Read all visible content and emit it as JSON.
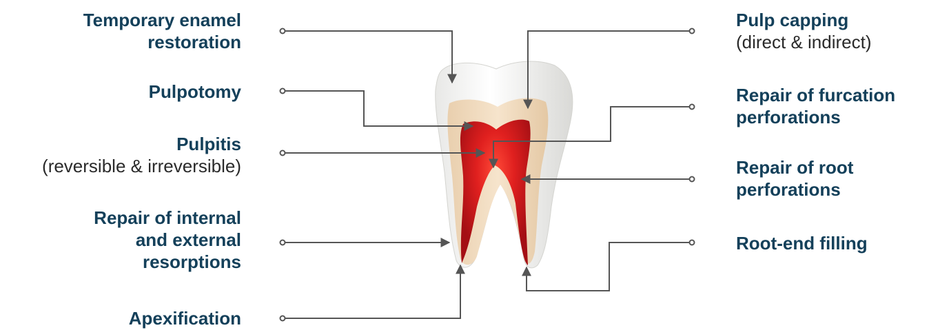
{
  "labels": {
    "temporary_enamel": {
      "line1": "Temporary enamel",
      "line2": "restoration"
    },
    "pulpotomy": {
      "line1": "Pulpotomy"
    },
    "pulpitis": {
      "line1": "Pulpitis",
      "sub": "(reversible & irreversible)"
    },
    "resorptions": {
      "line1": "Repair of internal",
      "line2": "and external",
      "line3": "resorptions"
    },
    "apexification": {
      "line1": "Apexification"
    },
    "pulp_capping": {
      "line1": "Pulp capping",
      "sub": "(direct & indirect)"
    },
    "furcation": {
      "line1": "Repair of furcation",
      "line2": "perforations"
    },
    "root_perforations": {
      "line1": "Repair of root",
      "line2": "perforations"
    },
    "root_end": {
      "line1": "Root-end filling"
    }
  },
  "colors": {
    "label": "#14405a",
    "line": "#555555",
    "enamel": "#f4f4f2",
    "dentin": "#f1dcc0",
    "pulp": "#c8141c",
    "pulp_center": "#ff3a2c"
  }
}
